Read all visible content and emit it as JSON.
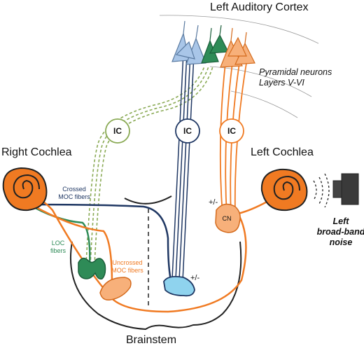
{
  "labels": {
    "cortex": "Left Auditory Cortex",
    "pyramidal_line1": "Pyramidal neurons",
    "pyramidal_line2": "Layers V-VI",
    "right_cochlea": "Right Cochlea",
    "left_cochlea": "Left Cochlea",
    "brainstem": "Brainstem",
    "crossed_moc_line1": "Crossed",
    "crossed_moc_line2": "MOC fibers",
    "loc_line1": "LOC",
    "loc_line2": "fibers",
    "uncrossed_moc_line1": "Uncrossed",
    "uncrossed_moc_line2": "MOC fibers",
    "cn": "CN",
    "plus_minus_top": "+/-",
    "plus_minus_bottom": "+/-",
    "noise_line1": "Left",
    "noise_line2": "broad-band",
    "noise_line3": "noise"
  },
  "ic_nodes": [
    "IC",
    "IC",
    "IC"
  ],
  "colors": {
    "orange": "#f07a22",
    "light_orange": "#f7b07a",
    "green": "#2e8b57",
    "light_green": "#8aaa55",
    "navy": "#1f3763",
    "light_blue": "#a9c6e8",
    "cyan": "#8fd3ee",
    "dark": "#222222"
  }
}
